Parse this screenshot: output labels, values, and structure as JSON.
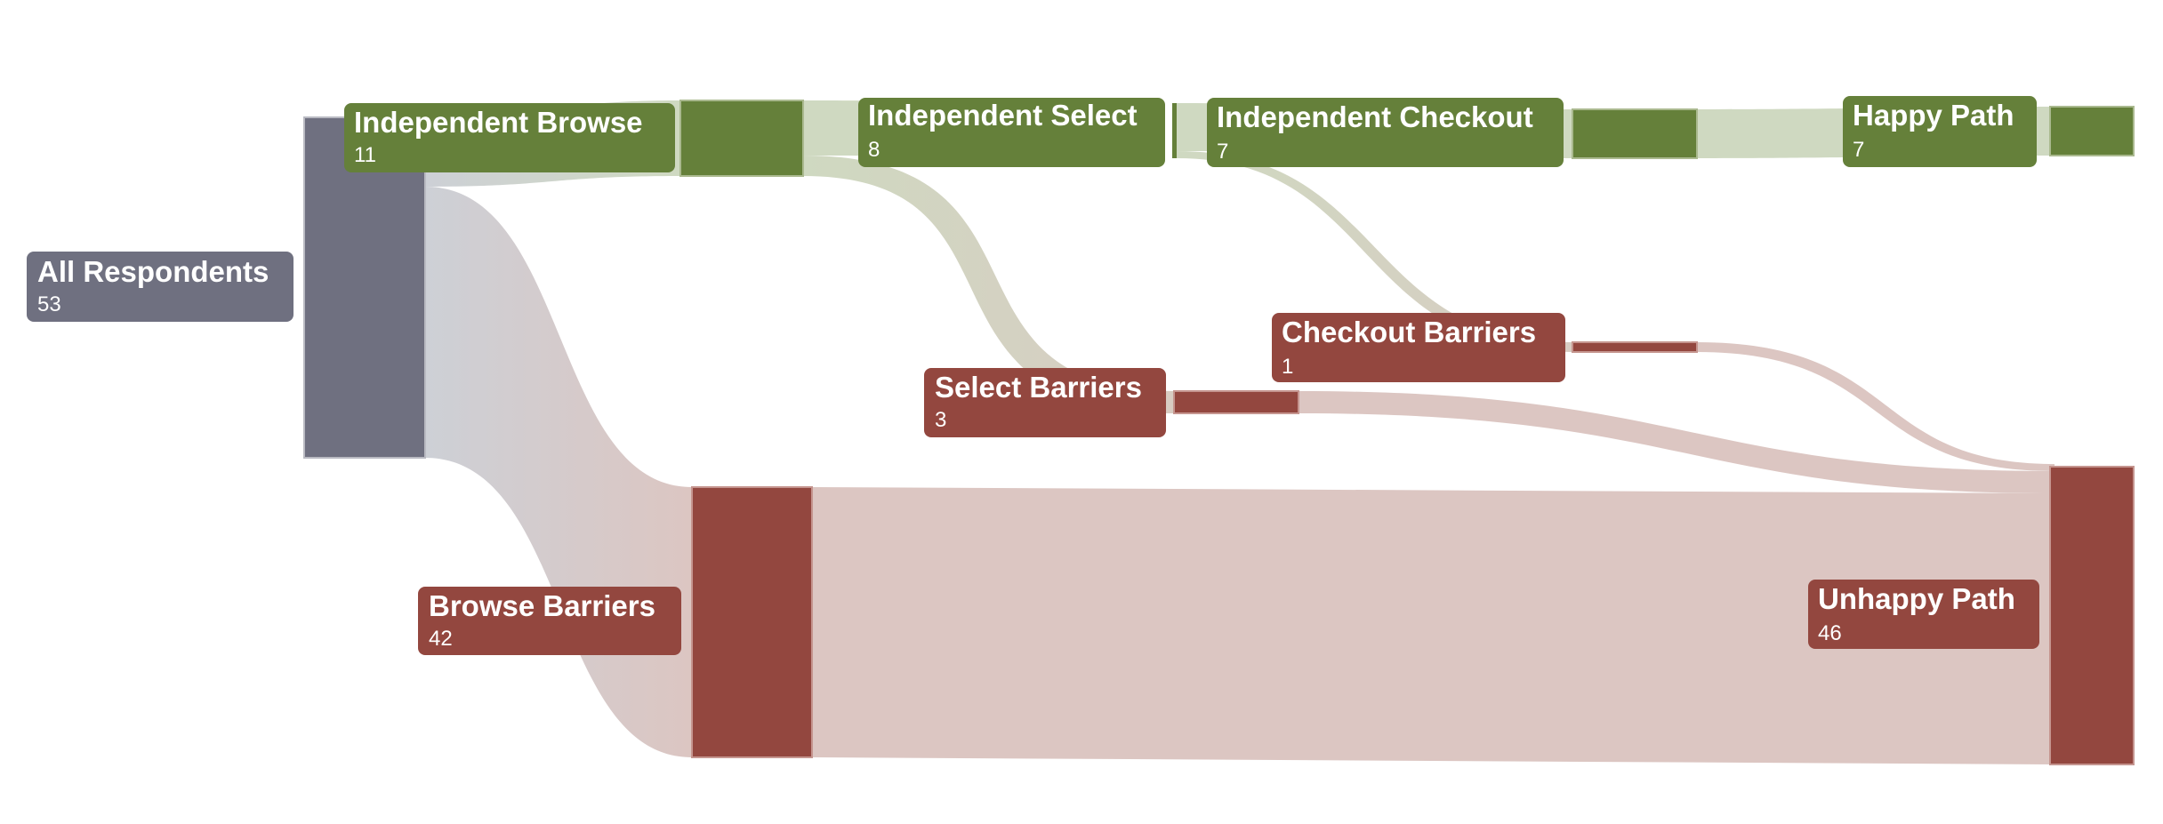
{
  "colors": {
    "root": "#6f7080",
    "success": "#65803a",
    "barrier": "#93473f",
    "root_link": "#cdd0d6",
    "success_link": "#cfd9c1",
    "barrier_link": "#dcc6c2",
    "mixed_link": "#d4d3c0"
  },
  "nodes": [
    {
      "id": "all",
      "name": "All Respondents",
      "value": "53",
      "kind": "root"
    },
    {
      "id": "ib",
      "name": "Independent Browse",
      "value": "11",
      "kind": "success"
    },
    {
      "id": "bb",
      "name": "Browse Barriers",
      "value": "42",
      "kind": "barrier"
    },
    {
      "id": "is",
      "name": "Independent Select",
      "value": "8",
      "kind": "success"
    },
    {
      "id": "sb",
      "name": "Select Barriers",
      "value": "3",
      "kind": "barrier"
    },
    {
      "id": "ic",
      "name": "Independent Checkout",
      "value": "7",
      "kind": "success"
    },
    {
      "id": "cb",
      "name": "Checkout Barriers",
      "value": "1",
      "kind": "barrier"
    },
    {
      "id": "happy",
      "name": "Happy Path",
      "value": "7",
      "kind": "success"
    },
    {
      "id": "unhappy",
      "name": "Unhappy Path",
      "value": "46",
      "kind": "barrier"
    }
  ],
  "links": [
    {
      "source": "all",
      "target": "ib",
      "value": 11
    },
    {
      "source": "all",
      "target": "bb",
      "value": 42
    },
    {
      "source": "ib",
      "target": "is",
      "value": 8
    },
    {
      "source": "ib",
      "target": "sb",
      "value": 3
    },
    {
      "source": "is",
      "target": "ic",
      "value": 7
    },
    {
      "source": "is",
      "target": "cb",
      "value": 1
    },
    {
      "source": "ic",
      "target": "happy",
      "value": 7
    },
    {
      "source": "bb",
      "target": "unhappy",
      "value": 42
    },
    {
      "source": "sb",
      "target": "unhappy",
      "value": 3
    },
    {
      "source": "cb",
      "target": "unhappy",
      "value": 1
    }
  ]
}
